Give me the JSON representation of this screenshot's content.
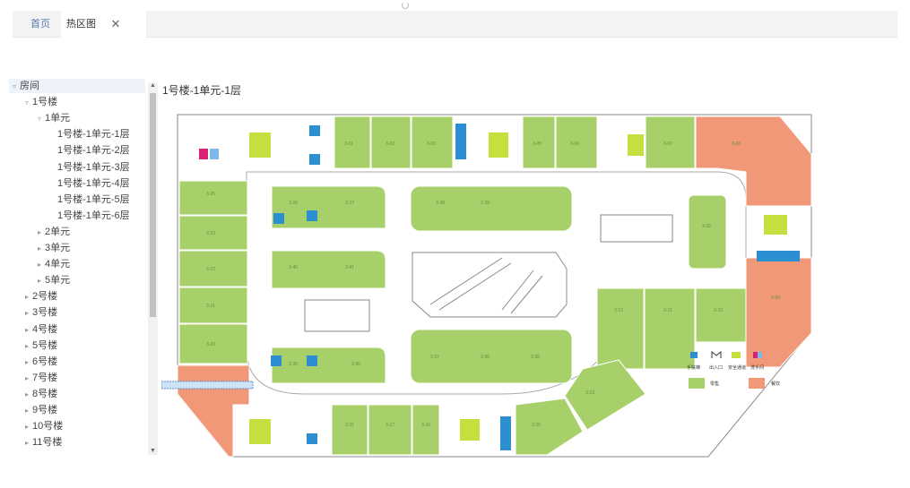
{
  "tabs": {
    "home": "首页",
    "active": "热区图",
    "close": "✕"
  },
  "tree": {
    "root": "房间",
    "items": [
      {
        "label": "1号楼",
        "level": 1,
        "expanded": true
      },
      {
        "label": "1单元",
        "level": 2,
        "expanded": true
      },
      {
        "label": "1号楼-1单元-1层",
        "level": 3
      },
      {
        "label": "1号楼-1单元-2层",
        "level": 3
      },
      {
        "label": "1号楼-1单元-3层",
        "level": 3
      },
      {
        "label": "1号楼-1单元-4层",
        "level": 3
      },
      {
        "label": "1号楼-1单元-5层",
        "level": 3
      },
      {
        "label": "1号楼-1单元-6层",
        "level": 3
      },
      {
        "label": "2单元",
        "level": 2,
        "expanded": false
      },
      {
        "label": "3单元",
        "level": 2,
        "expanded": false
      },
      {
        "label": "4单元",
        "level": 2,
        "expanded": false
      },
      {
        "label": "5单元",
        "level": 2,
        "expanded": false
      },
      {
        "label": "2号楼",
        "level": 1,
        "expanded": false
      },
      {
        "label": "3号楼",
        "level": 1,
        "expanded": false
      },
      {
        "label": "4号楼",
        "level": 1,
        "expanded": false
      },
      {
        "label": "5号楼",
        "level": 1,
        "expanded": false
      },
      {
        "label": "6号楼",
        "level": 1,
        "expanded": false
      },
      {
        "label": "7号楼",
        "level": 1,
        "expanded": false
      },
      {
        "label": "8号楼",
        "level": 1,
        "expanded": false
      },
      {
        "label": "9号楼",
        "level": 1,
        "expanded": false
      },
      {
        "label": "10号楼",
        "level": 1,
        "expanded": false
      },
      {
        "label": "11号楼",
        "level": 1,
        "expanded": false
      }
    ]
  },
  "map": {
    "title": "1号楼-1单元-1层",
    "colors": {
      "retail": "#a8d06a",
      "dining": "#f19878",
      "elevator": "#2b8fd1",
      "stair": "#c6df3e",
      "restroom": "#d9217a"
    },
    "units": [
      "3-01",
      "3-02",
      "3-03",
      "3-05",
      "3-06",
      "3-07",
      "3-08",
      "3-09",
      "3-10",
      "3-11",
      "3-12",
      "3-13",
      "3-15",
      "3-16",
      "3-17",
      "3-11",
      "3-20",
      "3-21",
      "3-22",
      "3-23",
      "3-25",
      "3-26",
      "3-27",
      "3-30",
      "3-30",
      "3-32",
      "3-35",
      "3-36",
      "3-37",
      "3-38",
      "3-39",
      "3-40",
      "3-41"
    ],
    "legend": {
      "elevator": "手扶梯",
      "entrance": "出入口",
      "stair": "安全通道",
      "restroom": "洗手间",
      "retail": "零售",
      "dining": "餐饮"
    }
  }
}
